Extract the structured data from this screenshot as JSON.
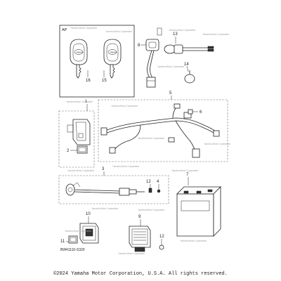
{
  "ref_code": "BW41110-S320",
  "ap_label": "AP",
  "copyright": "©2024 Yamaha Motor Corporation, U.S.A. All rights reserved.",
  "callouts": {
    "c1": "1",
    "c2": "2",
    "c3": "3",
    "c4": "4",
    "c5": "5",
    "c6": "6",
    "c7": "7",
    "c8": "8",
    "c9": "9",
    "c10": "10",
    "c11": "11",
    "c12a": "12",
    "c12b": "12",
    "c13": "13",
    "c14": "14",
    "c15": "15",
    "c16": "16"
  },
  "watermark_text": "Yamaha Motor Corporation"
}
